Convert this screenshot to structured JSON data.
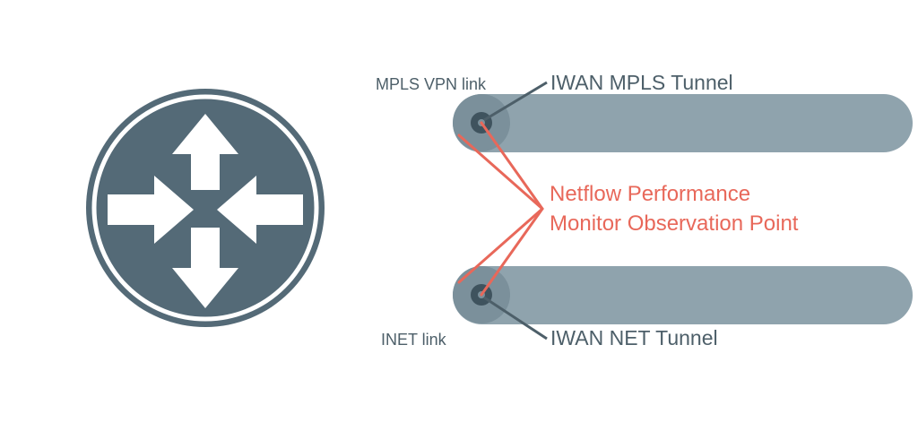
{
  "labels": {
    "mpls_link": "MPLS VPN link",
    "mpls_tunnel": "IWAN MPLS Tunnel",
    "observation_line1": "Netflow Performance",
    "observation_line2": "Monitor Observation Point",
    "inet_link": "INET link",
    "net_tunnel": "IWAN NET Tunnel"
  },
  "icons": {
    "router": "router-icon"
  },
  "colors": {
    "router_fill": "#546a77",
    "tunnel_fill": "#8fa3ad",
    "tunnel_endcap": "#7b909b",
    "port_dark": "#3f535e",
    "label_text": "#4d5f69",
    "observation_red": "#e8685a"
  }
}
